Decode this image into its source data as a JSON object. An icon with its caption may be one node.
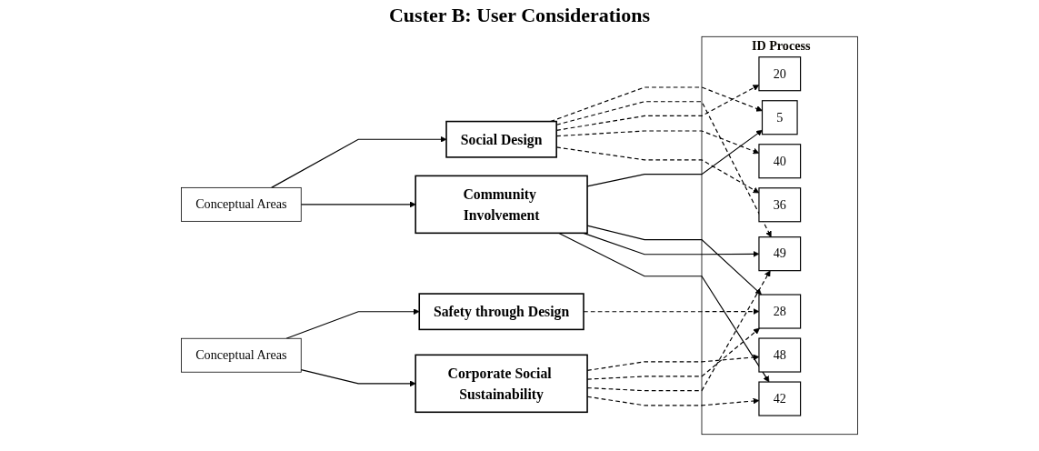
{
  "diagram": {
    "title": "Custer B: User Considerations",
    "nodes": [
      {
        "text": [
          "Community Involvement"
        ]
      },
      {
        "text": [
          "Corporate Social Sustainability"
        ]
      },
      {
        "text": [
          "Conceptual Areas"
        ]
      },
      {
        "text": [
          "Conceptual Areas"
        ]
      },
      {
        "text": [
          "Social Design"
        ]
      },
      {
        "text": [
          "Safety through Design"
        ]
      },
      {
        "text": [
          "ID Process"
        ]
      },
      {
        "text": [
          "42"
        ],
        "in": 6
      },
      {
        "text": [
          "36"
        ],
        "in": 6
      },
      {
        "text": [
          "40"
        ],
        "in": 6
      },
      {
        "text": [
          "20"
        ],
        "in": 6
      },
      {
        "text": [
          "49"
        ],
        "in": 6
      },
      {
        "text": [
          "28"
        ],
        "in": 6
      },
      {
        "text": [
          "5"
        ],
        "in": 6
      },
      {
        "text": [
          "48"
        ],
        "in": 6
      }
    ],
    "edges": [
      {
        "from": 0,
        "to": 7,
        "arrow": "to"
      },
      {
        "from": 0,
        "to": 11,
        "arrow": "to"
      },
      {
        "from": 0,
        "to": 12,
        "arrow": "to"
      },
      {
        "from": 0,
        "to": 13,
        "arrow": "to"
      },
      {
        "from": 4,
        "to": 8,
        "arrow": "to",
        "style": "dashed"
      },
      {
        "from": 4,
        "to": 9,
        "arrow": "to",
        "style": "dashed"
      },
      {
        "from": 4,
        "to": 10,
        "arrow": "to",
        "style": "dashed"
      },
      {
        "from": 4,
        "to": 11,
        "arrow": "to",
        "style": "dashed"
      },
      {
        "from": 4,
        "to": 13,
        "arrow": "to",
        "style": "dashed"
      },
      {
        "from": 1,
        "to": 7,
        "arrow": "to",
        "style": "dashed"
      },
      {
        "from": 1,
        "to": 11,
        "arrow": "to",
        "style": "dashed"
      },
      {
        "from": 1,
        "to": 12,
        "arrow": "to",
        "style": "dashed"
      },
      {
        "from": 1,
        "to": 14,
        "arrow": "to",
        "style": "dashed"
      },
      {
        "from": 5,
        "to": 12,
        "arrow": "to",
        "style": "dashed"
      },
      {
        "from": 2,
        "to": 0,
        "arrow": "to"
      },
      {
        "from": 2,
        "to": 4,
        "arrow": "to"
      },
      {
        "from": 3,
        "to": 1,
        "arrow": "to"
      },
      {
        "from": 3,
        "to": 5,
        "arrow": "to"
      }
    ]
  }
}
